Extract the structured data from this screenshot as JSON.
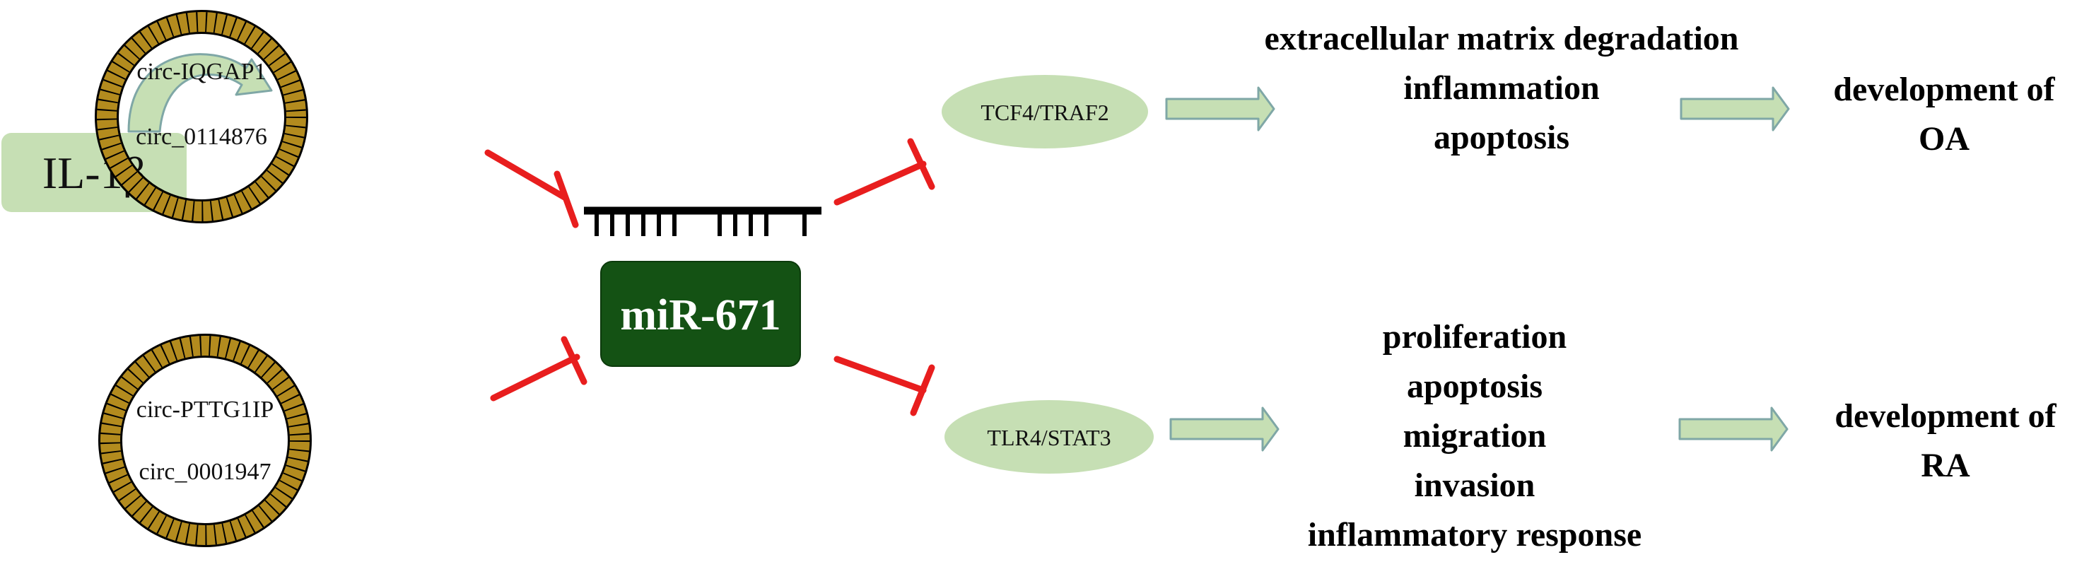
{
  "stimulus": {
    "label": "IL-1β"
  },
  "circ_top": {
    "name": "circ-IQGAP1",
    "id": "circ_0114876"
  },
  "circ_bottom": {
    "name": "circ-PTTG1IP",
    "id": "circ_0001947"
  },
  "mirna": {
    "label": "miR-671"
  },
  "pathway_top": {
    "label": "TCF4/TRAF2"
  },
  "pathway_bottom": {
    "label": "TLR4/STAT3"
  },
  "effects_top": [
    "extracellular matrix degradation",
    "inflammation",
    "apoptosis"
  ],
  "effects_bottom": [
    "proliferation",
    "apoptosis",
    "migration",
    "invasion",
    "inflammatory response"
  ],
  "outcome_top": {
    "line1": "development of",
    "line2": "OA"
  },
  "outcome_bottom": {
    "line1": "development of",
    "line2": "RA"
  },
  "colors": {
    "ring": "#b38b1e",
    "pale_green": "#c6dfb4",
    "arrow_stroke": "#7fa7a6",
    "mirna_fill": "#145214",
    "inhibit": "#e81e1e",
    "strand": "#000000"
  }
}
